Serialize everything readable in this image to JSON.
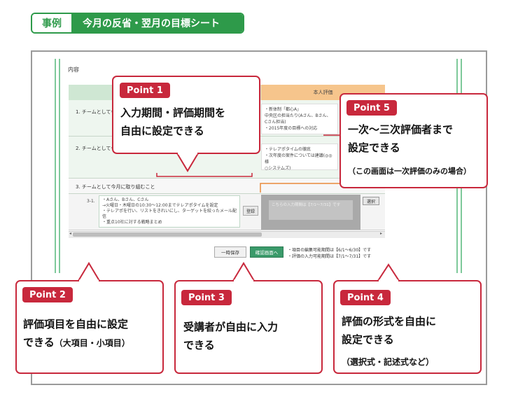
{
  "header": {
    "tag": "事例",
    "title": "今月の反省・翌月の目標シート"
  },
  "screen": {
    "naiyou": "内容",
    "eval_header": "本人評価",
    "rows": [
      {
        "label": "1. チームとして今"
      },
      {
        "label": "2. チームとして今"
      },
      {
        "label": "3. チームとして今月に取り組むこと"
      }
    ],
    "eval1_lines": [
      "・新体制「都心A」",
      "中央区の担当たり(Aさん、Bさん、",
      "Cさん担当)",
      "・2015年度の目標への対応"
    ],
    "eval2_lines": [
      "・テレアポタイムの徹底",
      "・次年度の案件については建議(◎◎様",
      "○システムズ)"
    ],
    "sub_id": "3-1.",
    "sub_text_lines": [
      "・Aさん、Bさん、Cさん",
      "→火曜日・木曜日の10:30〜12:00までテレアポタイムを設定",
      "・テレアポを行い、リストをきれいにし、ターゲットを絞ったメール配信",
      "・重点10社に対する戦略まとめ"
    ],
    "register_btn": "登録",
    "gray_placeholder": "こちらの入力期間は【7/1〜7/31】です",
    "select_btn": "選択",
    "scroll_left": "◂",
    "scroll_right": "▸",
    "save_btn": "一時保存",
    "confirm_btn": "確認画面へ",
    "note1": "・項目の編集可能期間は【6/1〜6/30】です",
    "note2": "・評価の入力可能期間は【7/1〜7/31】です"
  },
  "callouts": {
    "p1": {
      "badge": "Point 1",
      "line1": "入力期間・評価期間を",
      "line2": "自由に設定できる"
    },
    "p5": {
      "badge": "Point 5",
      "line1": "一次〜三次評価者まで",
      "line2": "設定できる",
      "note": "（この画面は一次評価のみの場合）"
    },
    "p2": {
      "badge": "Point 2",
      "line1": "評価項目を自由に設定",
      "line2a": "できる",
      "line2b": "（大項目・小項目）"
    },
    "p3": {
      "badge": "Point 3",
      "line1": "受講者が自由に入力",
      "line2": "できる"
    },
    "p4": {
      "badge": "Point 4",
      "line1": "評価の形式を自由に",
      "line2": "設定できる",
      "note": "（選択式・記述式など）"
    }
  },
  "colors": {
    "accent_green": "#2e9a4a",
    "callout_red": "#c8283c",
    "eval_orange": "#f6c58c"
  }
}
